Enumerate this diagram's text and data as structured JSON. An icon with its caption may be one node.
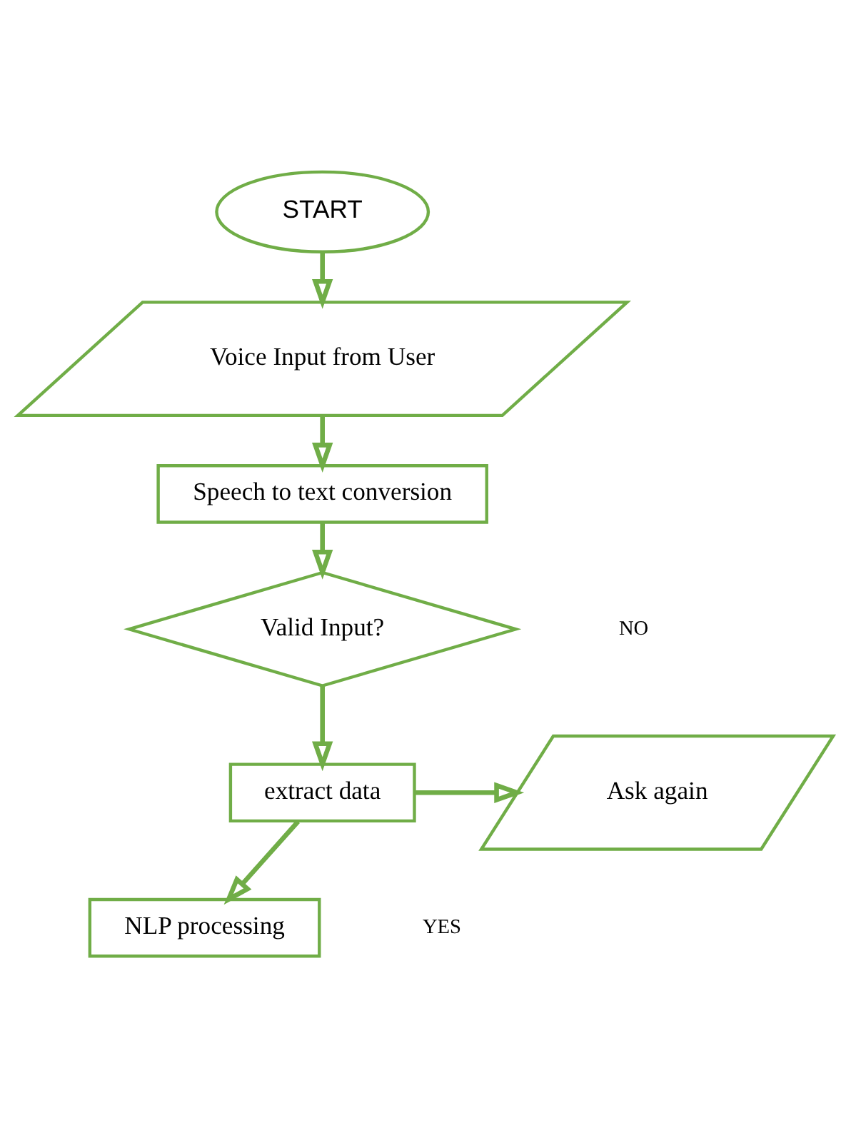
{
  "diagram": {
    "nodes": [
      {
        "text": [
          "START"
        ]
      },
      {
        "text": [
          "Voice Input from User"
        ]
      },
      {
        "text": [
          "Speech to text conversion"
        ]
      },
      {
        "text": [
          "Valid Input?"
        ]
      },
      {
        "text": [
          "extract data"
        ]
      },
      {
        "text": [
          "Ask again"
        ]
      },
      {
        "text": [
          "NLP processing"
        ]
      }
    ],
    "edges": [
      {
        "from": 0,
        "to": 1,
        "arrow": "to"
      },
      {
        "from": 1,
        "to": 2,
        "arrow": "to"
      },
      {
        "from": 2,
        "to": 3,
        "arrow": "to"
      },
      {
        "from": 3,
        "to": 4,
        "arrow": "to"
      },
      {
        "from": 4,
        "to": 5,
        "arrow": "to"
      },
      {
        "from": 4,
        "to": 6,
        "arrow": "to"
      }
    ],
    "labels": [
      "NO",
      "YES"
    ]
  }
}
